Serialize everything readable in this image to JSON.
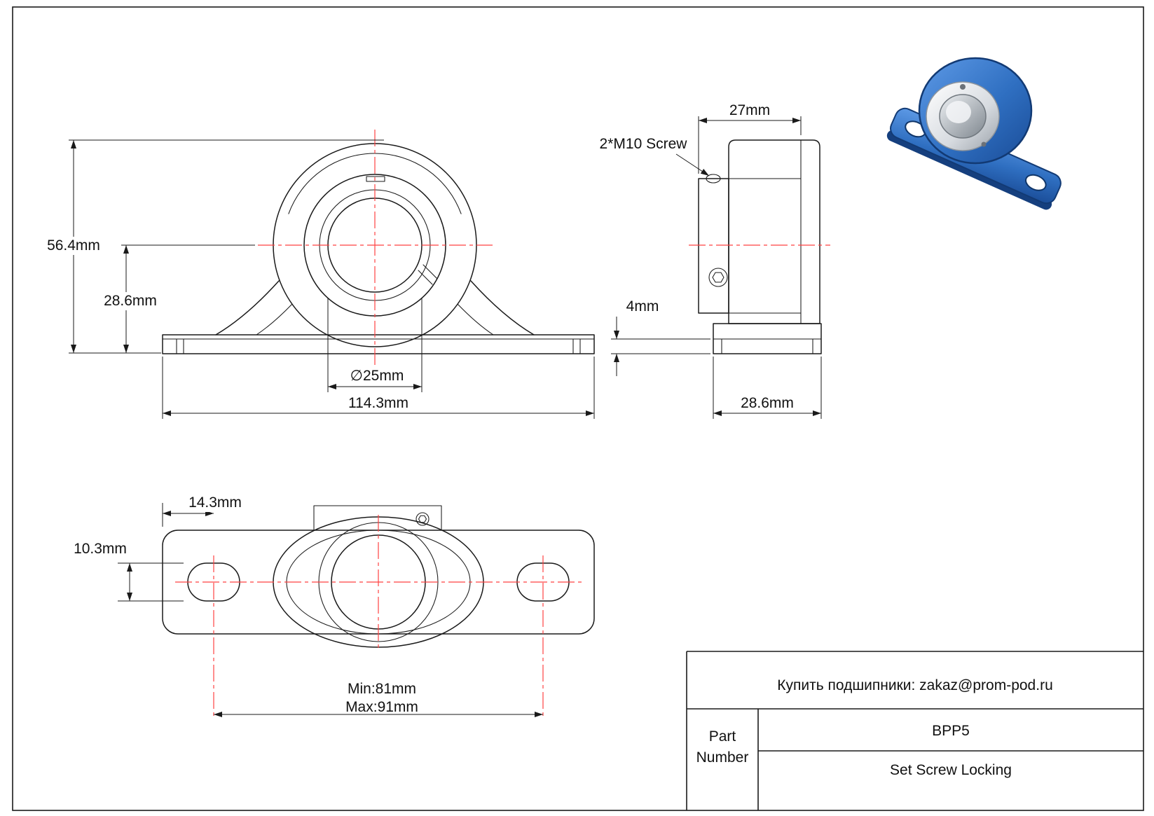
{
  "colors": {
    "line": "#1a1a1a",
    "centerline": "#ff4242",
    "product_blue": "#2f6fc1"
  },
  "front_view": {
    "dim_total_height": "56.4mm",
    "dim_center_height": "28.6mm",
    "dim_bore": "∅25mm",
    "dim_base_width": "114.3mm"
  },
  "side_view": {
    "dim_top_width": "27mm",
    "screw_note": "2*M10 Screw",
    "dim_base_thickness": "4mm",
    "dim_base_depth": "28.6mm"
  },
  "bottom_view": {
    "dim_slot_offset": "14.3mm",
    "dim_slot_width": "10.3mm",
    "dim_span_min": "Min:81mm",
    "dim_span_max": "Max:91mm"
  },
  "title_block": {
    "contact": "Купить подшипники: zakaz@prom-pod.ru",
    "part_label_line1": "Part",
    "part_label_line2": "Number",
    "part_number": "BPP5",
    "locking_type": "Set Screw Locking"
  }
}
